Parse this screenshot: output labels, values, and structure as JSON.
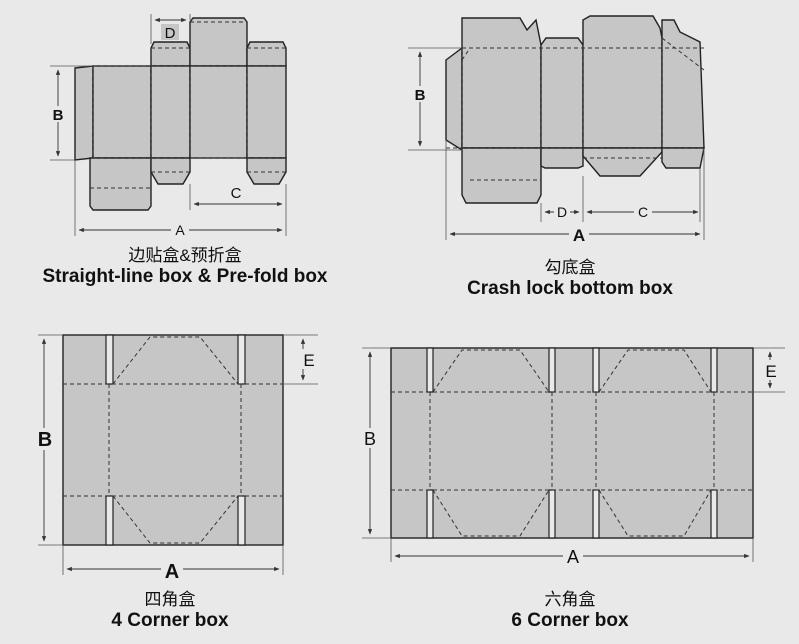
{
  "diagrams": [
    {
      "caption_cn": "边贴盒&预折盒",
      "caption_en": "Straight-line box & Pre-fold box",
      "dims": {
        "a": "A",
        "b": "B",
        "c": "C",
        "d": "D"
      }
    },
    {
      "caption_cn": "勾底盒",
      "caption_en": "Crash lock bottom box",
      "dims": {
        "a": "A",
        "b": "B",
        "c": "C",
        "d": "D"
      }
    },
    {
      "caption_cn": "四角盒",
      "caption_en": "4 Corner box",
      "dims": {
        "a": "A",
        "b": "B",
        "e": "E"
      }
    },
    {
      "caption_cn": "六角盒",
      "caption_en": "6 Corner box",
      "dims": {
        "a": "A",
        "b": "B",
        "e": "E"
      }
    }
  ]
}
